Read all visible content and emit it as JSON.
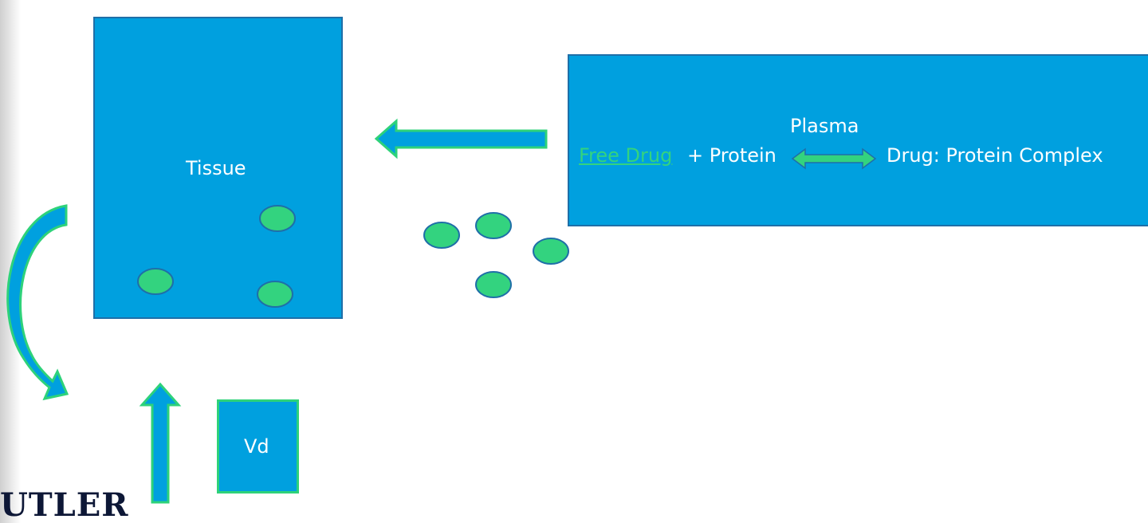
{
  "diagram": {
    "tissue": {
      "label": "Tissue"
    },
    "plasma": {
      "title": "Plasma",
      "free_drug": "Free Drug ",
      "plus_protein": "+ Protein",
      "complex": "Drug: Protein Complex"
    },
    "vd": {
      "label": "Vd"
    },
    "brand": "UTLER",
    "colors": {
      "box_fill": "#00a0df",
      "box_border": "#1f6fa8",
      "drug_green": "#33d37f",
      "arrow_outline": "#2ed27a"
    }
  }
}
